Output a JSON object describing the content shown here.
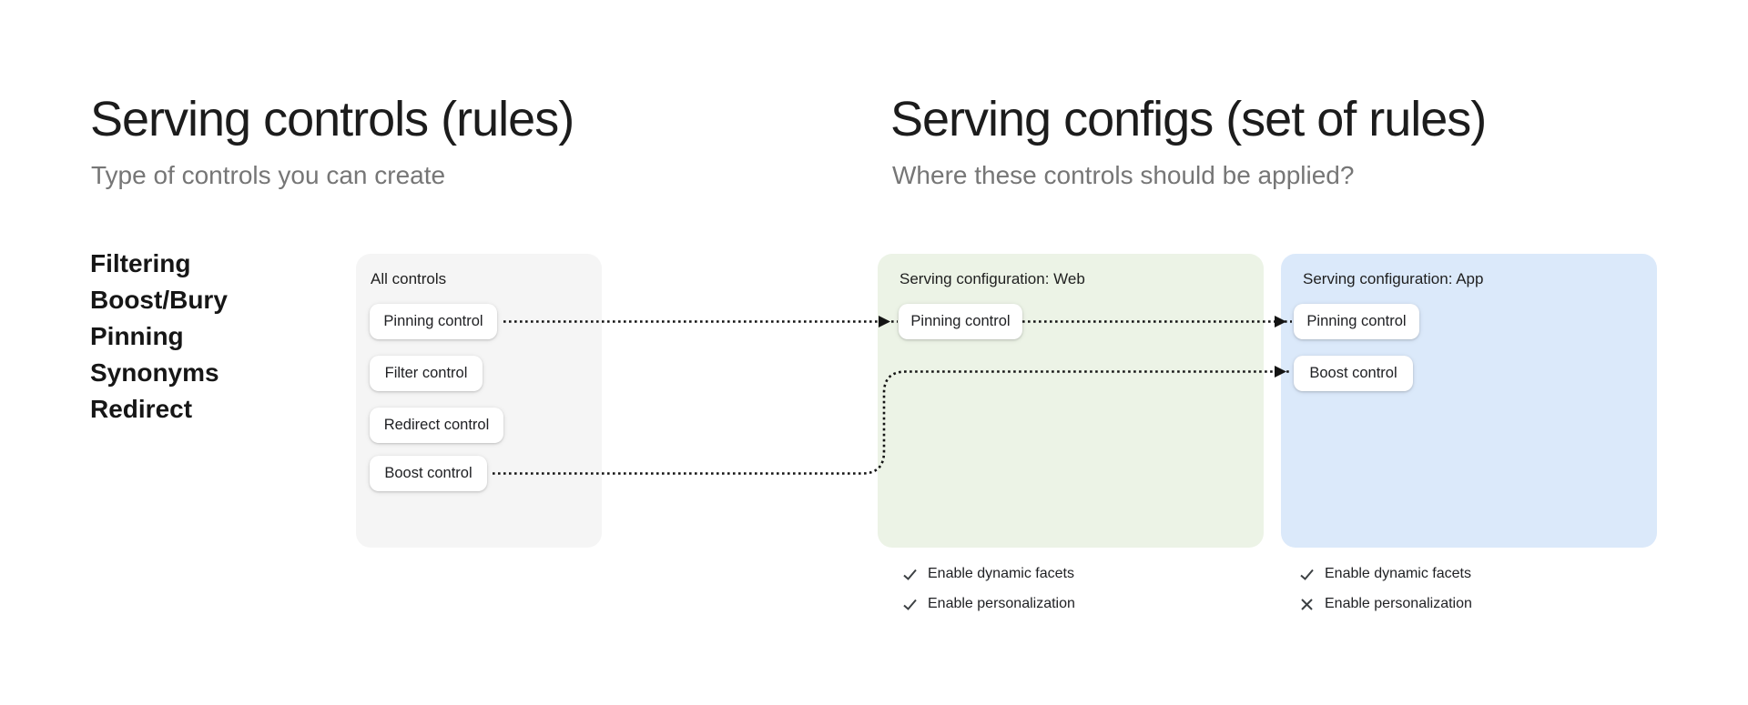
{
  "left_panel": {
    "title": "Serving controls (rules)",
    "subtitle": "Type of controls you can create",
    "control_types": [
      "Filtering",
      "Boost/Bury",
      "Pinning",
      "Synonyms",
      "Redirect"
    ]
  },
  "right_panel": {
    "title": "Serving configs (set of rules)",
    "subtitle": "Where these controls should be applied?"
  },
  "all_controls_card": {
    "label": "All controls",
    "buttons": [
      "Pinning control",
      "Filter control",
      "Redirect control",
      "Boost control"
    ],
    "bg_color": "#f5f5f5"
  },
  "web_card": {
    "label": "Serving configuration: Web",
    "buttons": [
      "Pinning control"
    ],
    "bg_color": "#ecf3e6",
    "features": [
      {
        "icon": "check-icon",
        "label": "Enable dynamic facets"
      },
      {
        "icon": "check-icon",
        "label": "Enable personalization"
      }
    ]
  },
  "app_card": {
    "label": "Serving configuration: App",
    "buttons": [
      "Pinning control",
      "Boost control"
    ],
    "bg_color": "#dbe9fa",
    "features": [
      {
        "icon": "check-icon",
        "label": "Enable dynamic facets"
      },
      {
        "icon": "cross-icon",
        "label": "Enable personalization"
      }
    ]
  },
  "arrows": {
    "color": "#141414",
    "style": "dotted",
    "connections": [
      "All controls: Pinning control -> Web: Pinning control",
      "Web: Pinning control -> App: Pinning control",
      "All controls: Boost control -> App: Boost control"
    ]
  }
}
